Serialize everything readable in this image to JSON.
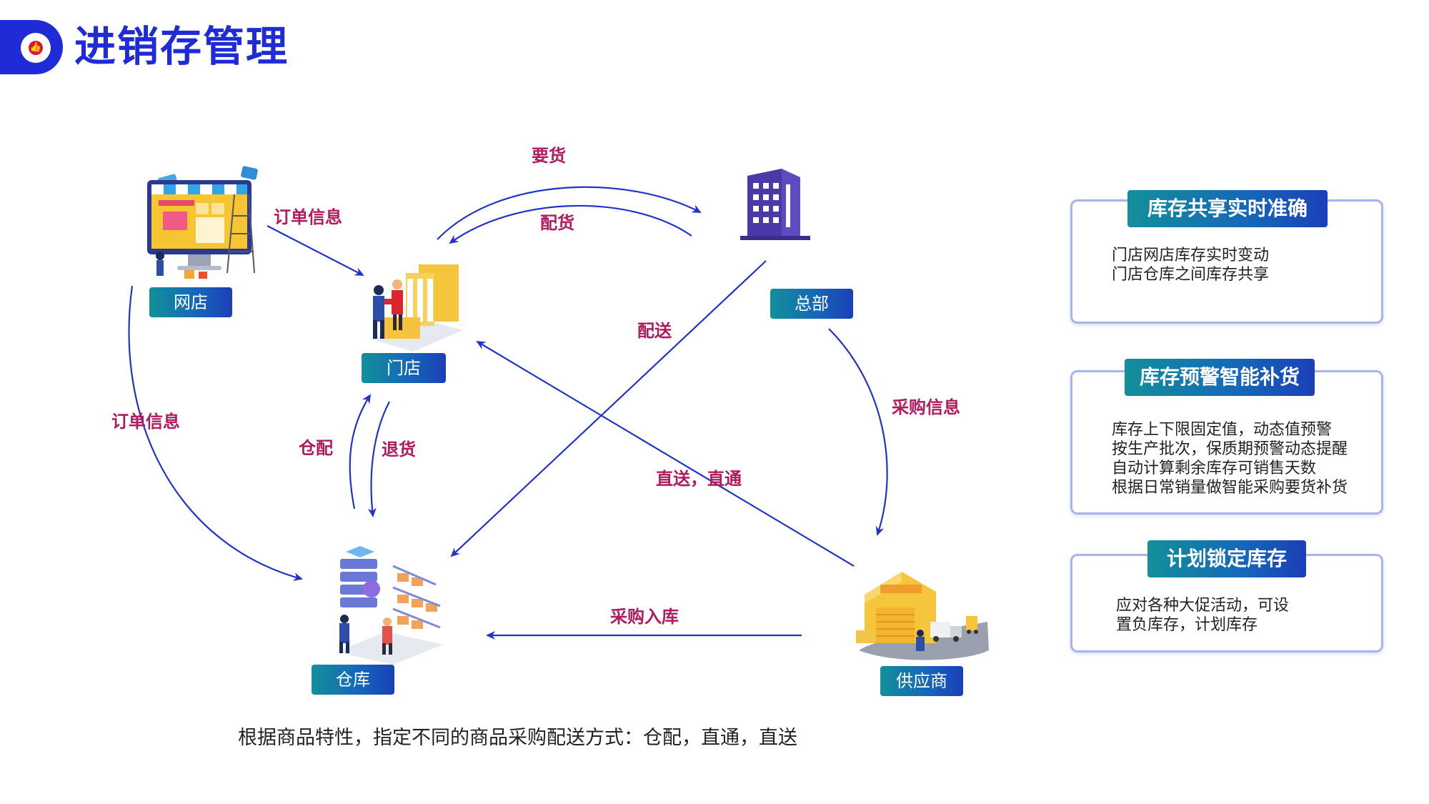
{
  "header": {
    "title": "进销存管理"
  },
  "nodes": {
    "online_store": "网店",
    "store": "门店",
    "headquarters": "总部",
    "warehouse": "仓库",
    "supplier": "供应商"
  },
  "edges": {
    "request_goods": "要货",
    "distribute_goods": "配货",
    "order_info_top": "订单信息",
    "order_info_left": "订单信息",
    "delivery": "配送",
    "warehouse_distribution": "仓配",
    "returns": "退货",
    "direct_delivery": "直送，直通",
    "purchase_info": "采购信息",
    "purchase_inbound": "采购入库"
  },
  "caption": "根据商品特性，指定不同的商品采购配送方式：仓配，直通，直送",
  "cards": [
    {
      "title": "库存共享实时准确",
      "lines": [
        "门店网店库存实时变动",
        "门店仓库之间库存共享"
      ]
    },
    {
      "title": "库存预警智能补货",
      "lines": [
        "库存上下限固定值，动态值预警",
        "按生产批次，保质期预警动态提醒",
        "自动计算剩余库存可销售天数",
        "根据日常销量做智能采购要货补货"
      ]
    },
    {
      "title": "计划锁定库存",
      "lines": [
        "应对各种大促活动，可设",
        "置负库存，计划库存"
      ]
    }
  ],
  "colors": {
    "brand_blue": "#1f2bd6",
    "arrow_blue": "#2233cc",
    "edge_label": "#b01b5f",
    "card_border": "#aab3f0"
  }
}
